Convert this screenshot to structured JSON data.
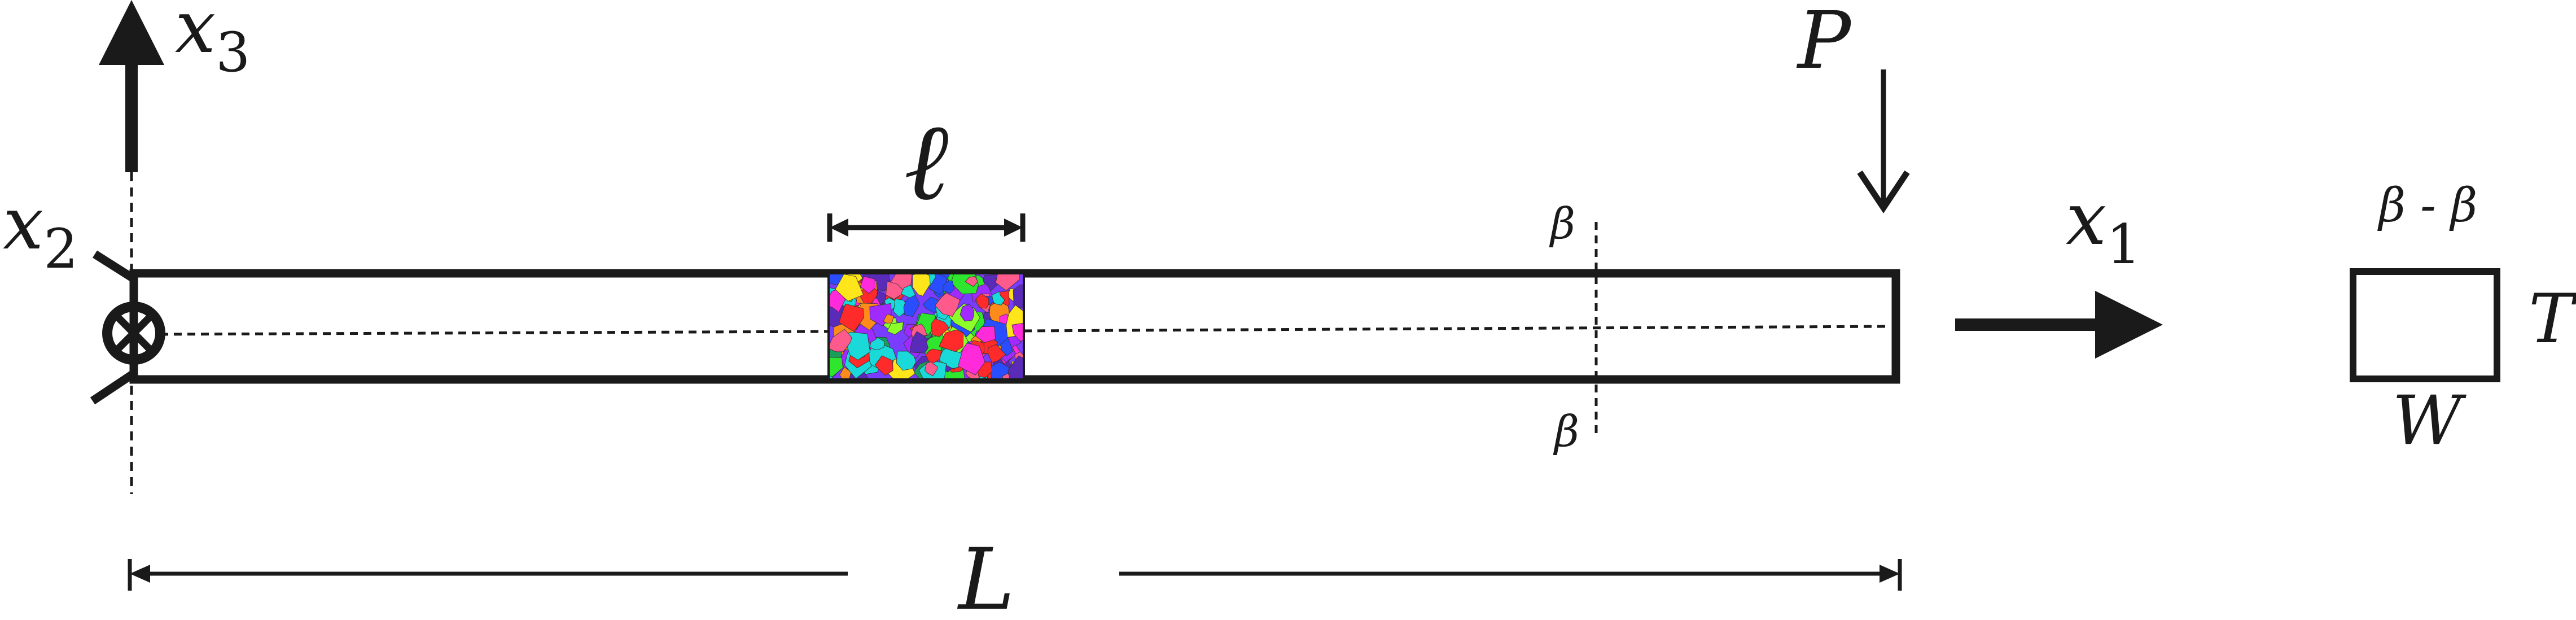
{
  "diagram": {
    "axes": {
      "x3": {
        "symbol": "x",
        "subscript": "3"
      },
      "x2": {
        "symbol": "x",
        "subscript": "2"
      },
      "x1": {
        "symbol": "x",
        "subscript": "1"
      }
    },
    "load_label": "P",
    "grain_length_label": "ℓ",
    "section_labels": {
      "top": "β",
      "bottom": "β"
    },
    "cross_section": {
      "title": "β - β",
      "thickness_label": "T",
      "width_label": "W"
    },
    "length_label": "L",
    "colors": {
      "ink": "#1a1a1a",
      "grain_palette": [
        "#ff2a2a",
        "#ff8c1a",
        "#ffe61a",
        "#2ee62e",
        "#1ad9d9",
        "#2a4dff",
        "#a02aff",
        "#ff2ad9",
        "#1a9e5c",
        "#ff5a8c",
        "#5a2ab8",
        "#8cff2a"
      ]
    }
  }
}
